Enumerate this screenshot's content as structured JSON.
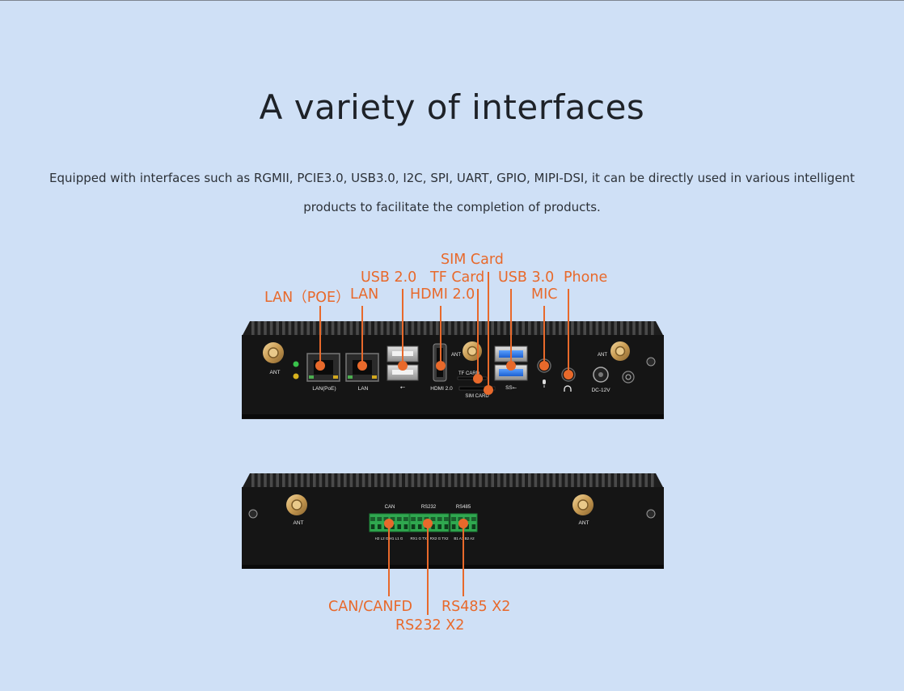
{
  "heading": {
    "title": "A variety of interfaces",
    "description": "Equipped with interfaces such as RGMII, PCIE3.0, USB3.0, I2C, SPI, UART, GPIO, MIPI-DSI, it can be directly used in various intelligent products to facilitate the completion of products."
  },
  "front_callouts": {
    "lan_poe": "LAN（POE）",
    "lan": "LAN",
    "usb2": "USB 2.0",
    "hdmi": "HDMI 2.0",
    "tf_card": "TF Card",
    "sim_card": "SIM Card",
    "usb3": "USB 3.0",
    "mic": "MIC",
    "phone": "Phone"
  },
  "back_callouts": {
    "can": "CAN/CANFD",
    "rs232": "RS232 X2",
    "rs485": "RS485 X2"
  },
  "front_panel_print": {
    "ant_left": "ANT",
    "lan_poe": "LAN(PoE)",
    "lan": "LAN",
    "usb_symbol": "⭠",
    "hdmi": "HDMI 2.0",
    "ant_mid": "ANT",
    "tf": "TF CARD",
    "sim": "SIM CARD",
    "ss": "SS⭠",
    "ant_right": "ANT",
    "dc": "DC-12V"
  },
  "back_panel_print": {
    "ant_left": "ANT",
    "ant_right": "ANT",
    "can": "CAN",
    "rs232": "RS232",
    "rs485": "RS485",
    "can_pins": "H2 L2  G H1 L1  G",
    "rs232_pins": "RX1 G  TX1 RX2 G TX2",
    "rs485_pins": "B1 A1 B2 A2"
  },
  "colors": {
    "background": "#cfe0f6",
    "accent": "#e8692b",
    "device": "#141414",
    "terminal": "#2fa84f"
  }
}
